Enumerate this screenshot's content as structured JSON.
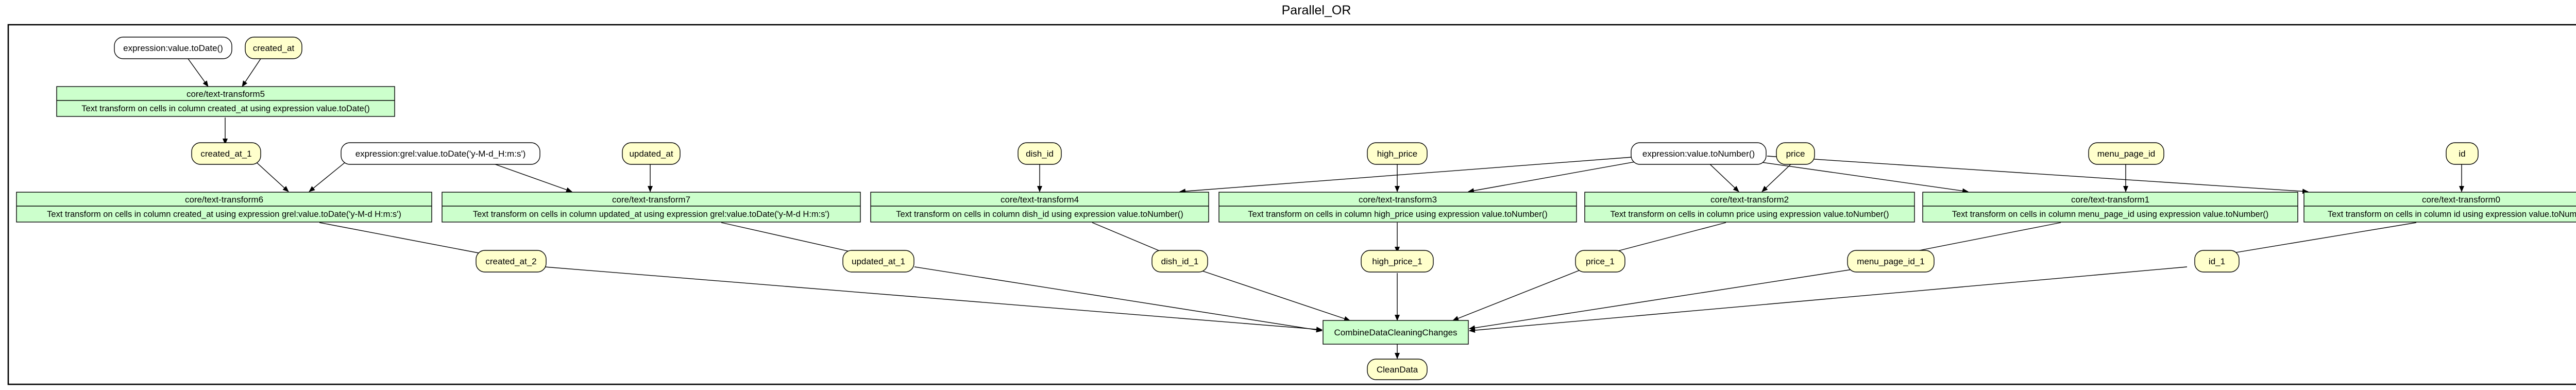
{
  "diagram_title": "Parallel_OR",
  "params": {
    "to_date": "expression:value.toDate()",
    "grel_to_date": "expression:grel:value.toDate('y-M-d_H:m:s')",
    "to_number": "expression:value.toNumber()"
  },
  "inputs": {
    "created_at": "created_at",
    "updated_at": "updated_at",
    "dish_id": "dish_id",
    "high_price": "high_price",
    "price": "price",
    "menu_page_id": "menu_page_id",
    "id": "id"
  },
  "intermediates": {
    "created_at_1": "created_at_1"
  },
  "steps": {
    "t5": {
      "name": "core/text-transform5",
      "desc": "Text transform on cells in column created_at using expression value.toDate()"
    },
    "t6": {
      "name": "core/text-transform6",
      "desc": "Text transform on cells in column created_at using expression grel:value.toDate('y-M-d H:m:s')"
    },
    "t7": {
      "name": "core/text-transform7",
      "desc": "Text transform on cells in column updated_at using expression grel:value.toDate('y-M-d H:m:s')"
    },
    "t4": {
      "name": "core/text-transform4",
      "desc": "Text transform on cells in column dish_id using expression value.toNumber()"
    },
    "t3": {
      "name": "core/text-transform3",
      "desc": "Text transform on cells in column high_price using expression value.toNumber()"
    },
    "t2": {
      "name": "core/text-transform2",
      "desc": "Text transform on cells in column price using expression value.toNumber()"
    },
    "t1": {
      "name": "core/text-transform1",
      "desc": "Text transform on cells in column menu_page_id using expression value.toNumber()"
    },
    "t0": {
      "name": "core/text-transform0",
      "desc": "Text transform on cells in column id using expression value.toNumber()"
    },
    "combine": {
      "name": "CombineDataCleaningChanges"
    }
  },
  "outputs": {
    "created_at_2": "created_at_2",
    "updated_at_1": "updated_at_1",
    "dish_id_1": "dish_id_1",
    "high_price_1": "high_price_1",
    "price_1": "price_1",
    "menu_page_id_1": "menu_page_id_1",
    "id_1": "id_1",
    "clean_data": "CleanData"
  }
}
